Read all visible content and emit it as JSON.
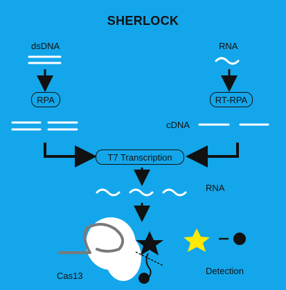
{
  "title": "SHERLOCK",
  "left_branch": {
    "input_label": "dsDNA",
    "step_label": "RPA"
  },
  "right_branch": {
    "input_label": "RNA",
    "step_label": "RT-RPA",
    "product_label": "cDNA"
  },
  "merge_step": "T7 Transcription",
  "output_label": "RNA",
  "enzyme_label": "Cas13",
  "readout_label": "Detection",
  "colors": {
    "background": "#14a6ea",
    "strand": "#ffffff",
    "ink": "#111111",
    "fluorophore_active": "#ffea00",
    "fluorophore_quenched": "#111111",
    "guide_rna": "#7a7a7a"
  },
  "icons": [
    "double-strand-dna-icon",
    "rna-wave-icon",
    "arrow-down-icon",
    "elbow-arrow-icon",
    "cas13-enzyme-icon",
    "star-fluorophore-icon",
    "quencher-dot-icon"
  ]
}
